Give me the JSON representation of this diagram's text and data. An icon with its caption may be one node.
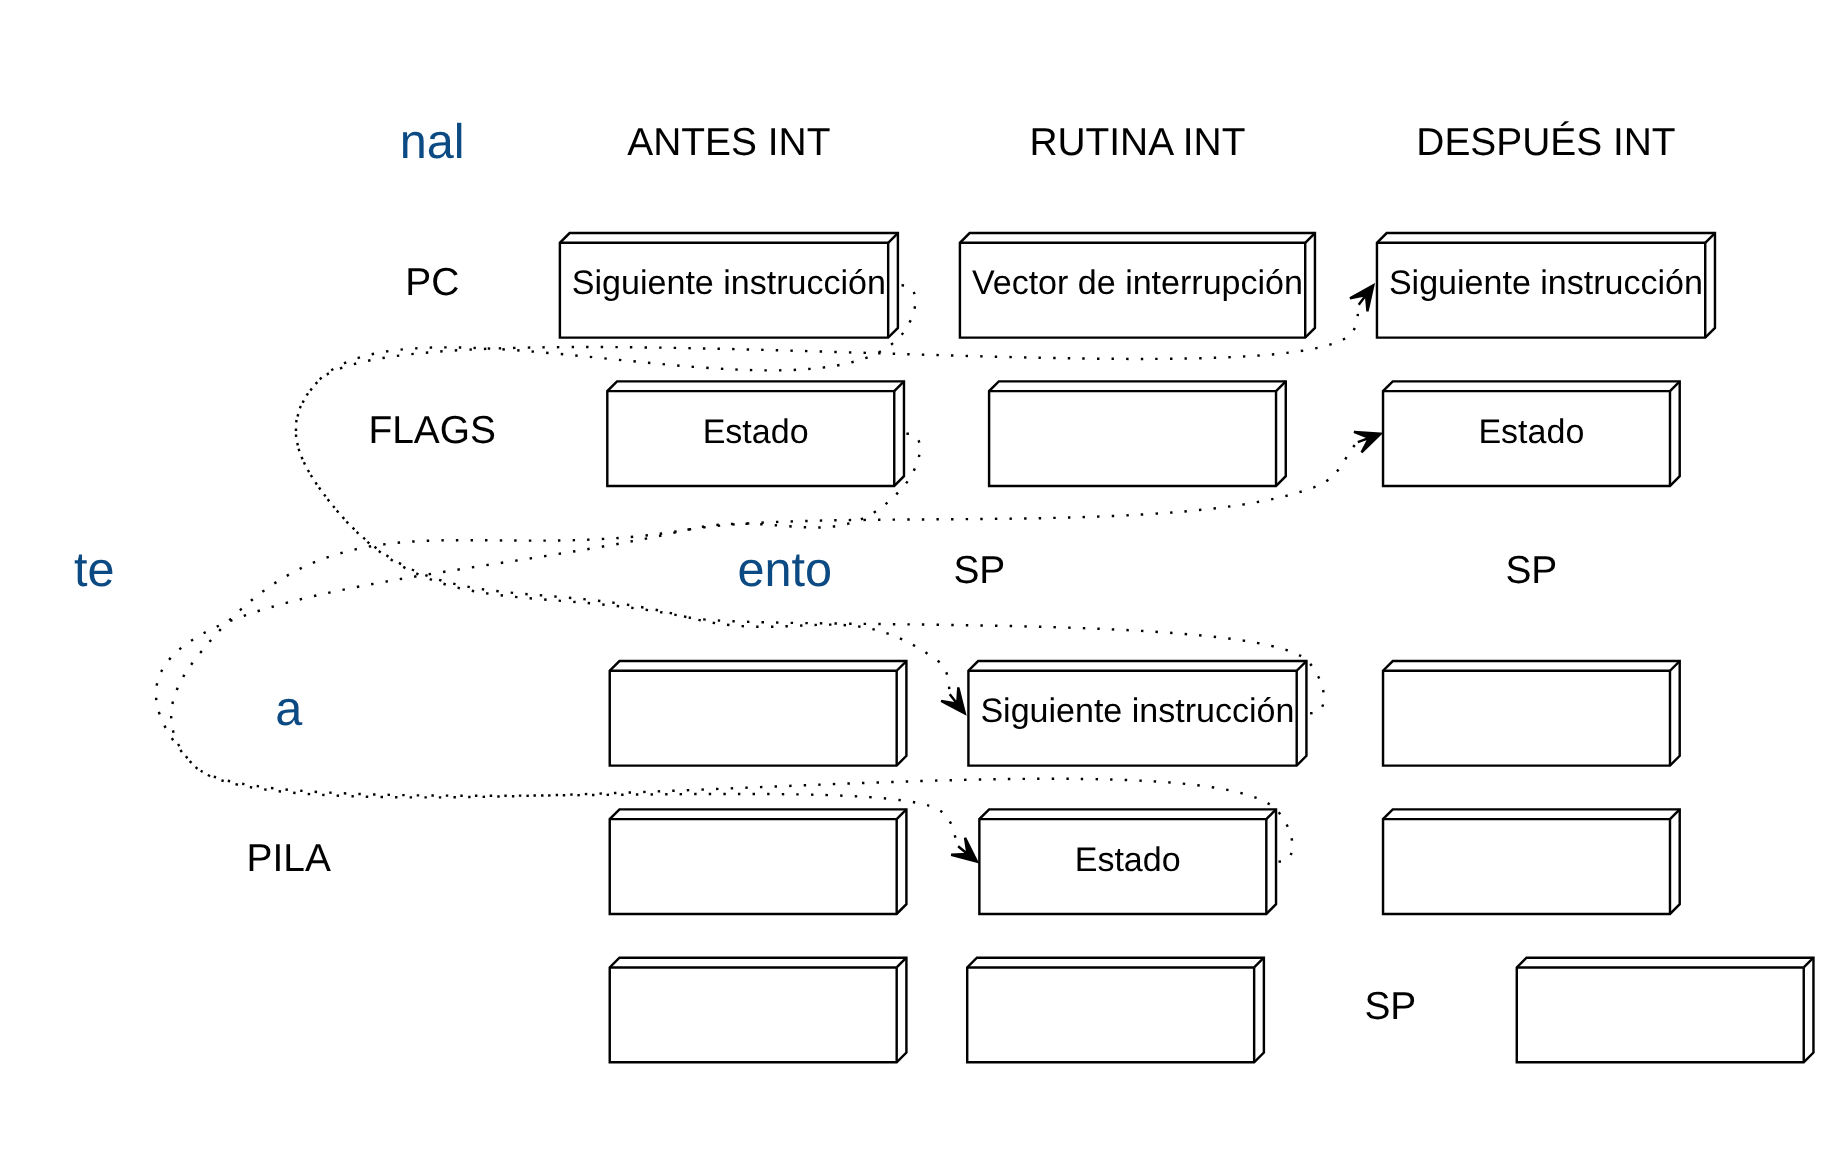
{
  "diagram": {
    "nodes": [
      {
        "text": [
          "Siguiente instrucción"
        ]
      },
      {
        "text": [
          "Vector de interrupción"
        ]
      },
      {
        "text": [
          "Siguiente instrucción"
        ]
      },
      {
        "text": [
          "Estado"
        ]
      },
      {
        "text": [],
        "shape": "box"
      },
      {
        "text": [
          "Estado"
        ]
      },
      {
        "text": [],
        "shape": "box"
      },
      {
        "text": [
          "Siguiente instrucción"
        ]
      },
      {
        "text": [],
        "shape": "box"
      },
      {
        "text": [],
        "shape": "box"
      },
      {
        "text": [
          "Estado"
        ]
      },
      {
        "text": [],
        "shape": "box"
      },
      {
        "text": [],
        "shape": "box"
      },
      {
        "text": [],
        "shape": "box"
      },
      {
        "text": [],
        "shape": "box"
      }
    ],
    "edges": [
      {
        "from": 0,
        "to": 7,
        "arrow": "to"
      },
      {
        "from": 3,
        "to": 10,
        "arrow": "to"
      },
      {
        "from": 7,
        "to": 2,
        "arrow": "to"
      },
      {
        "from": 10,
        "to": 5,
        "arrow": "to"
      }
    ],
    "labels": [
      "nal",
      "ANTES INT",
      "RUTINA INT",
      "DESPUÉS INT",
      "PC",
      "FLAGS",
      "te",
      "ento",
      "SP",
      "a",
      "PILA",
      "SP",
      "SP"
    ]
  }
}
